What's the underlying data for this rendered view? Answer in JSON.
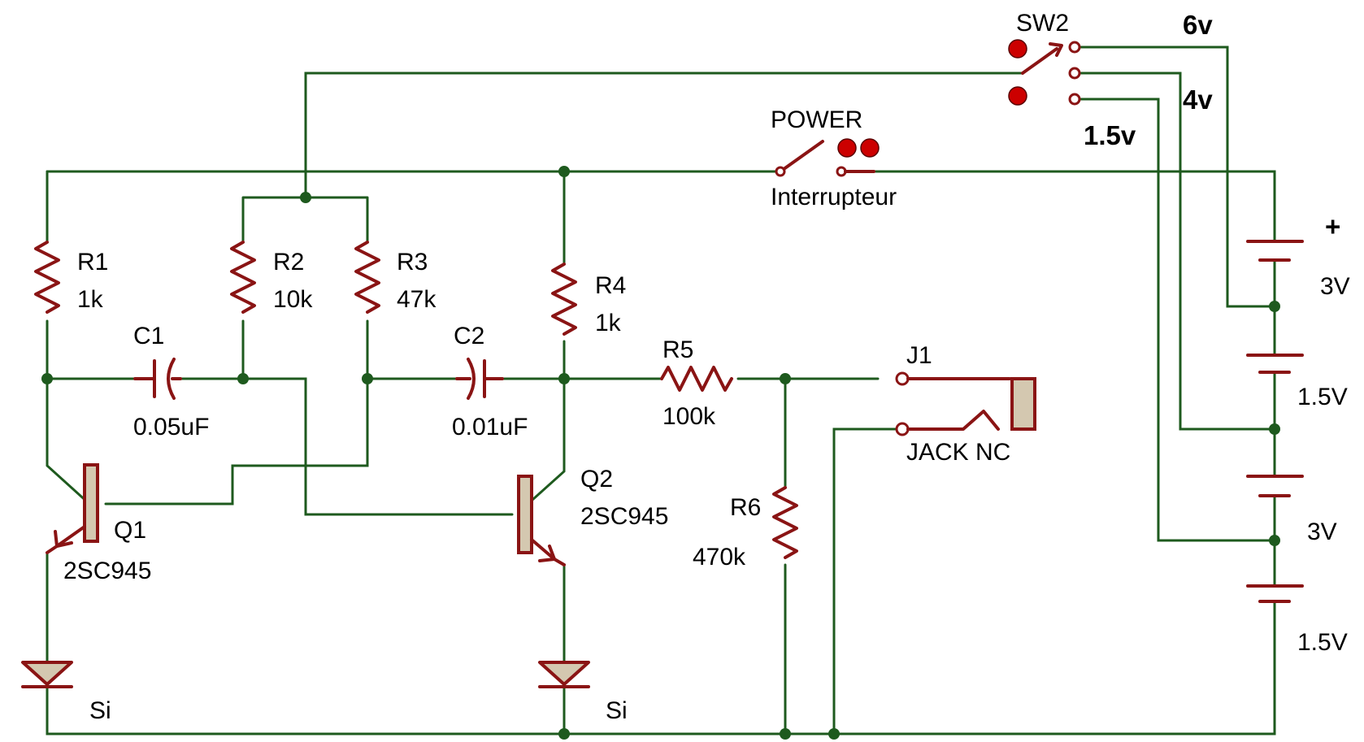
{
  "switch_sw2": {
    "ref": "SW2",
    "positions": [
      "6v",
      "4v",
      "1.5v"
    ]
  },
  "switch_power": {
    "ref": "POWER",
    "value": "Interrupteur"
  },
  "resistors": [
    {
      "ref": "R1",
      "value": "1k"
    },
    {
      "ref": "R2",
      "value": "10k"
    },
    {
      "ref": "R3",
      "value": "47k"
    },
    {
      "ref": "R4",
      "value": "1k"
    },
    {
      "ref": "R5",
      "value": "100k"
    },
    {
      "ref": "R6",
      "value": "470k"
    }
  ],
  "capacitors": [
    {
      "ref": "C1",
      "value": "0.05uF"
    },
    {
      "ref": "C2",
      "value": "0.01uF"
    }
  ],
  "transistors": [
    {
      "ref": "Q1",
      "value": "2SC945"
    },
    {
      "ref": "Q2",
      "value": "2SC945"
    }
  ],
  "diodes": [
    {
      "value": "Si"
    },
    {
      "value": "Si"
    }
  ],
  "jack": {
    "ref": "J1",
    "value": "JACK NC"
  },
  "battery": {
    "polarity": "+",
    "cells": [
      "3V",
      "1.5V",
      "3V",
      "1.5V"
    ]
  },
  "colors": {
    "wire": "#1e5a1e",
    "component": "#8a1414",
    "fill": "#d4c8b0"
  }
}
